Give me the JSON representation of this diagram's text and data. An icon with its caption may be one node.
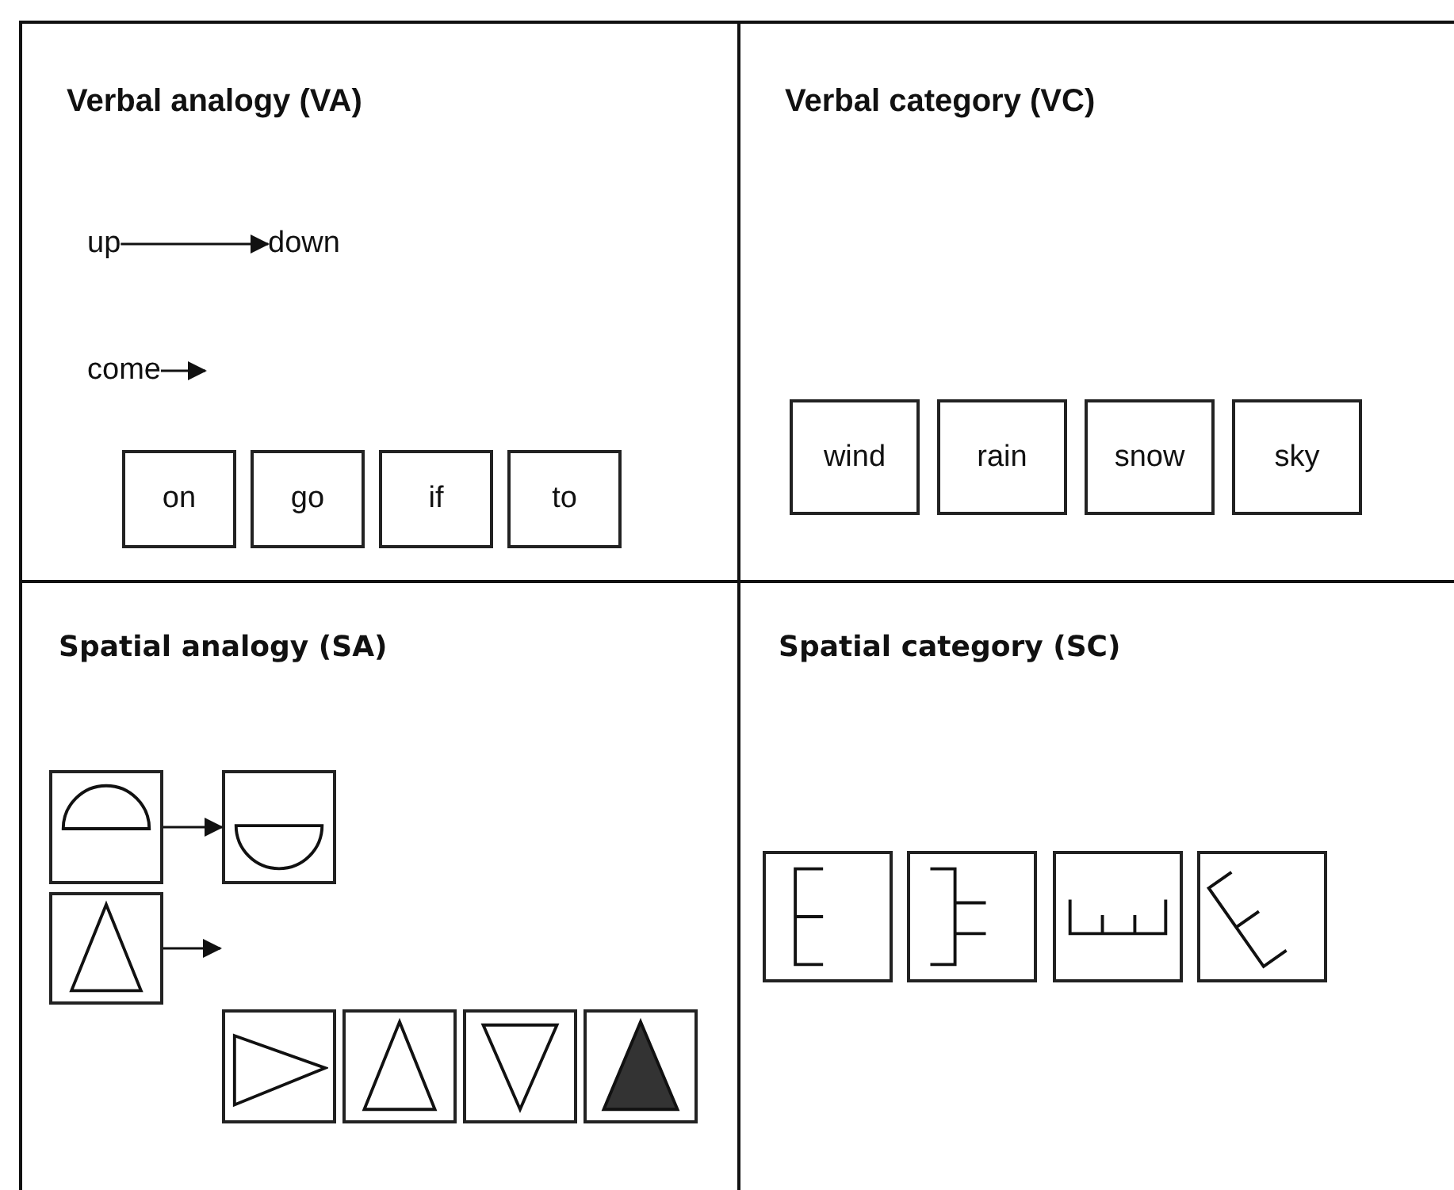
{
  "diagram": {
    "nodes": [
      {
        "text": [
          "Verbal analogy (VA)"
        ]
      },
      {
        "text": [
          "up"
        ],
        "in": 0
      },
      {
        "text": [
          "down"
        ],
        "in": 0
      },
      {
        "text": [
          "come"
        ],
        "in": 0
      },
      {
        "text": [
          "on"
        ],
        "in": 0
      },
      {
        "text": [
          "go"
        ],
        "in": 0
      },
      {
        "text": [
          "if"
        ],
        "in": 0
      },
      {
        "text": [
          "to"
        ],
        "in": 0
      },
      {
        "text": [
          "Verbal category (VC)"
        ]
      },
      {
        "text": [
          "wind"
        ],
        "in": 8
      },
      {
        "text": [
          "rain"
        ],
        "in": 8
      },
      {
        "text": [
          "snow"
        ],
        "in": 8
      },
      {
        "text": [
          "sky"
        ],
        "in": 8
      },
      {
        "text": [
          "Spatial analogy (SA)"
        ]
      },
      {
        "text": [],
        "shape": "picture",
        "in": 13
      },
      {
        "text": [],
        "shape": "picture",
        "in": 13
      },
      {
        "text": [],
        "shape": "picture",
        "in": 13
      },
      {
        "text": [],
        "shape": "picture",
        "in": 13
      },
      {
        "text": [],
        "shape": "picture",
        "in": 13
      },
      {
        "text": [],
        "shape": "picture",
        "in": 13
      },
      {
        "text": [],
        "shape": "picture",
        "in": 13
      },
      {
        "text": [
          "Spatial category (SC)"
        ]
      },
      {
        "text": [],
        "shape": "picture",
        "in": 21
      },
      {
        "text": [],
        "shape": "picture",
        "in": 21
      },
      {
        "text": [],
        "shape": "picture",
        "in": 21
      },
      {
        "text": [],
        "shape": "picture",
        "in": 21
      }
    ],
    "edges": [
      {
        "from": 1,
        "to": 2,
        "arrow": "to"
      },
      {
        "from": 3,
        "to": null,
        "arrow": "to"
      },
      {
        "from": 14,
        "to": 15,
        "arrow": "to"
      },
      {
        "from": 16,
        "to": null,
        "arrow": "to"
      }
    ]
  }
}
